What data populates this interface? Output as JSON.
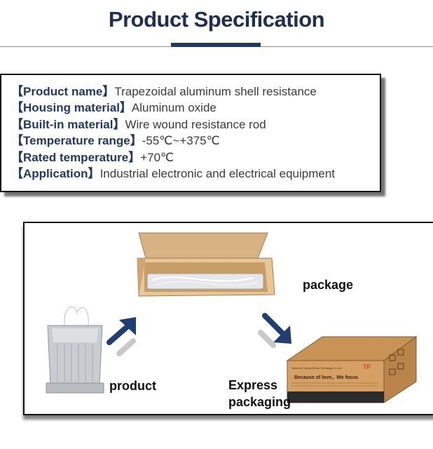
{
  "header": {
    "title": "Product Specification"
  },
  "specs": [
    {
      "label": "【Product name】",
      "value": "Trapezoidal aluminum shell resistance"
    },
    {
      "label": "【Housing material】",
      "value": "Aluminum oxide"
    },
    {
      "label": "【Built-in material】",
      "value": "Wire wound resistance rod"
    },
    {
      "label": "【Temperature range】",
      "value": "-55℃~+375℃"
    },
    {
      "label": "【Rated temperature】",
      "value": "+70℃"
    },
    {
      "label": "【Application】",
      "value": "Industrial electronic and electrical equipment"
    }
  ],
  "packaging": {
    "product_label": "product",
    "package_label": "package",
    "express_line1": "Express",
    "express_line2": "packaging",
    "carton_brand": "TF",
    "carton_slogan": "Because of love，We focus",
    "carton_company": "Shenzhen Taifeng Electric Technology Co.,Ltd."
  },
  "colors": {
    "title": "#1f2f52",
    "accent": "#1f3a68",
    "label": "#1f3a68",
    "arrow": "#1f3f73",
    "carton": "#c8935a"
  }
}
